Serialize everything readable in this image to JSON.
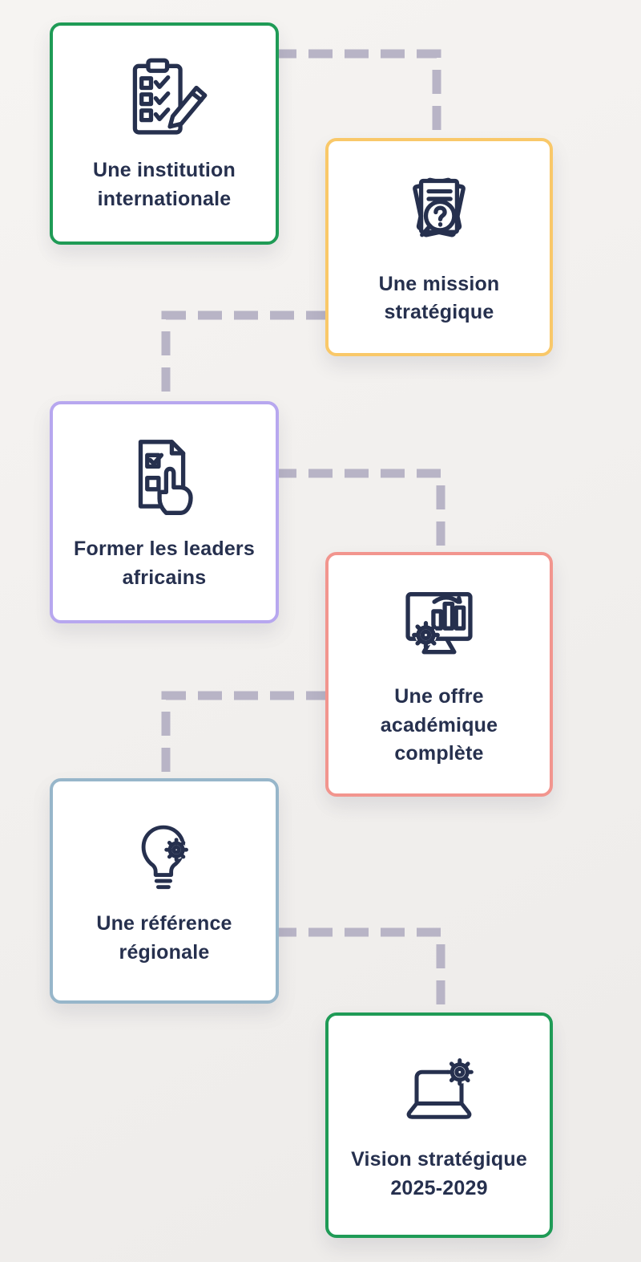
{
  "colors": {
    "background": "#f2f0ee",
    "connector": "#b8b4c6",
    "icon": "#26304e",
    "text": "#26304e",
    "card_background": "#ffffff"
  },
  "cards": [
    {
      "name": "institution-internationale",
      "label": "Une institution\ninternationale",
      "border_color": "#1f9b56",
      "icon": "clipboard-checklist-pencil-icon"
    },
    {
      "name": "mission-strategique",
      "label": "Une mission\nstratégique",
      "border_color": "#f9c869",
      "icon": "documents-magnifier-icon"
    },
    {
      "name": "former-leaders-africains",
      "label": "Former les leaders\nafricains",
      "border_color": "#b7a7ef",
      "icon": "checklist-hand-icon"
    },
    {
      "name": "offre-academique-complete",
      "label": "Une offre\nacadémique\ncomplète",
      "border_color": "#f2958e",
      "icon": "monitor-chart-gear-icon"
    },
    {
      "name": "reference-regionale",
      "label": "Une référence\nrégionale",
      "border_color": "#97b6ca",
      "icon": "lightbulb-gear-icon"
    },
    {
      "name": "vision-strategique-2025-2029",
      "label": "Vision stratégique\n2025-2029",
      "border_color": "#1f9b56",
      "icon": "laptop-gear-icon"
    }
  ]
}
